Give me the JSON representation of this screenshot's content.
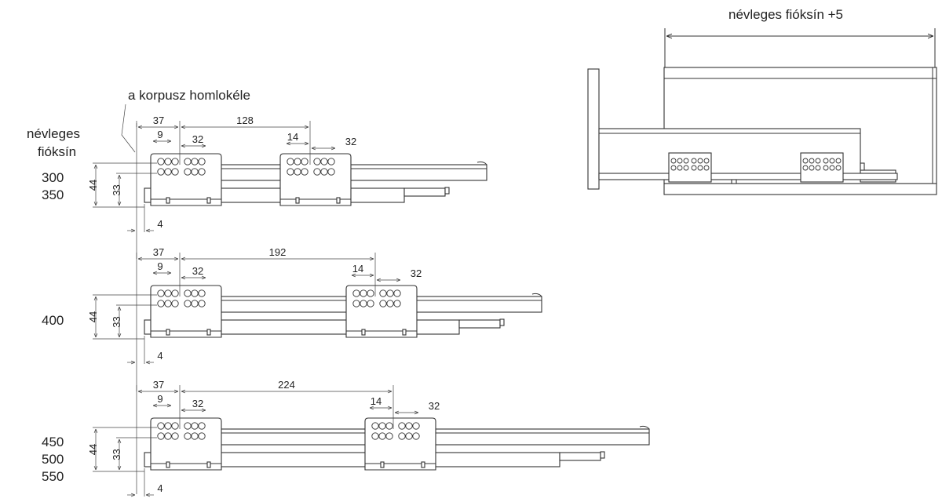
{
  "labels": {
    "front_edge": "a korpusz homlokéle",
    "nominal_line1": "névleges",
    "nominal_line2": "fióksín",
    "side_title": "névleges fióksín +5"
  },
  "colors": {
    "line": "#333333",
    "background": "#ffffff"
  },
  "rows": [
    {
      "lengths": [
        "300",
        "350"
      ],
      "dims": {
        "front": "37",
        "spacing": "128",
        "hole_off": "9",
        "hole_pitch": "32",
        "rear_off": "14",
        "rear_pitch": "32",
        "height_a": "44",
        "height_b": "33",
        "gap": "4"
      }
    },
    {
      "lengths": [
        "400"
      ],
      "dims": {
        "front": "37",
        "spacing": "192",
        "hole_off": "9",
        "hole_pitch": "32",
        "rear_off": "14",
        "rear_pitch": "32",
        "height_a": "44",
        "height_b": "33",
        "gap": "4"
      }
    },
    {
      "lengths": [
        "450",
        "500",
        "550"
      ],
      "dims": {
        "front": "37",
        "spacing": "224",
        "hole_off": "9",
        "hole_pitch": "32",
        "rear_off": "14",
        "rear_pitch": "32",
        "height_a": "44",
        "height_b": "33",
        "gap": "4"
      }
    }
  ]
}
